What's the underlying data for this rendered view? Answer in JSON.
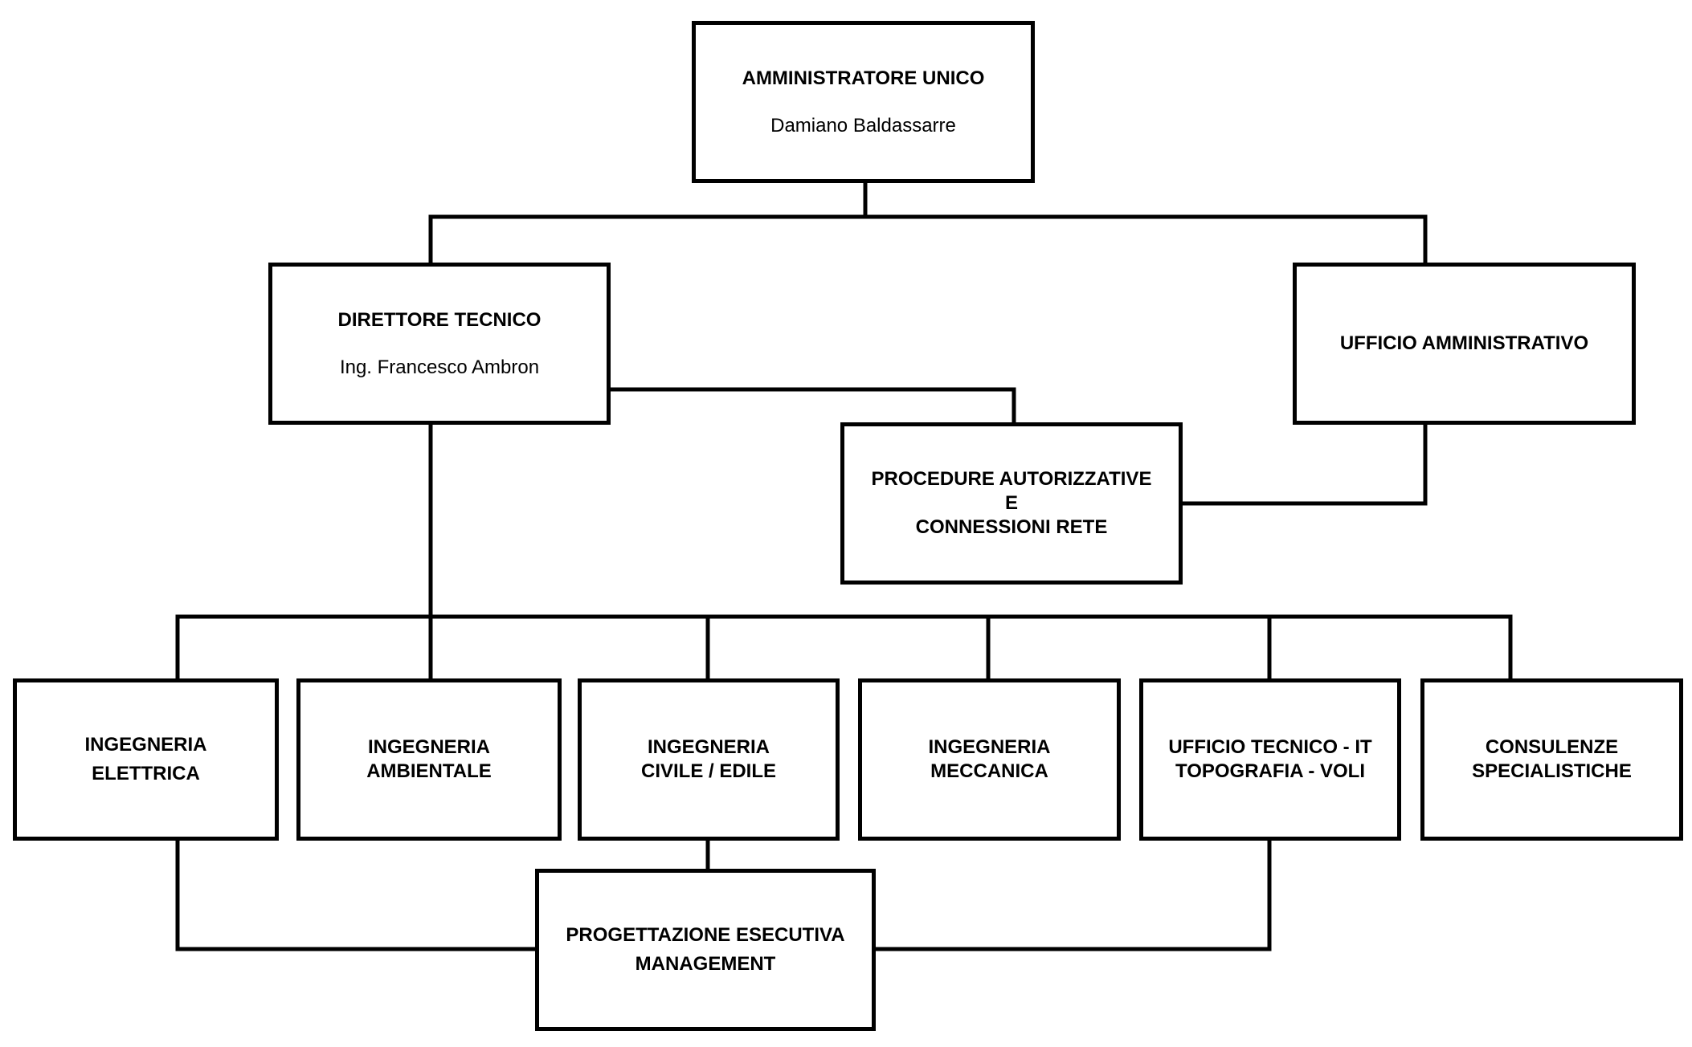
{
  "nodes": {
    "amministratore": {
      "title": "AMMINISTRATORE UNICO",
      "person": "Damiano Baldassarre"
    },
    "direttore": {
      "title": "DIRETTORE TECNICO",
      "person": "Ing. Francesco Ambron"
    },
    "ufficio_amministrativo": {
      "title": "UFFICIO AMMINISTRATIVO"
    },
    "procedure": {
      "line1": "PROCEDURE AUTORIZZATIVE",
      "line2": "E",
      "line3": "CONNESSIONI RETE"
    },
    "ing_elettrica": {
      "line1": "INGEGNERIA",
      "line2": "ELETTRICA"
    },
    "ing_ambientale": {
      "line1": "INGEGNERIA",
      "line2": "AMBIENTALE"
    },
    "ing_civile": {
      "line1": "INGEGNERIA",
      "line2": "CIVILE / EDILE"
    },
    "ing_meccanica": {
      "line1": "INGEGNERIA",
      "line2": "MECCANICA"
    },
    "ufficio_tecnico": {
      "line1": "UFFICIO TECNICO - IT",
      "line2": "TOPOGRAFIA - VOLI"
    },
    "consulenze": {
      "line1": "CONSULENZE",
      "line2": "SPECIALISTICHE"
    },
    "progettazione": {
      "line1": "PROGETTAZIONE ESECUTIVA",
      "line2": "MANAGEMENT"
    }
  },
  "colors": {
    "line": "#000000",
    "box_border": "#000000",
    "box_fill": "#ffffff",
    "text": "#000000"
  }
}
